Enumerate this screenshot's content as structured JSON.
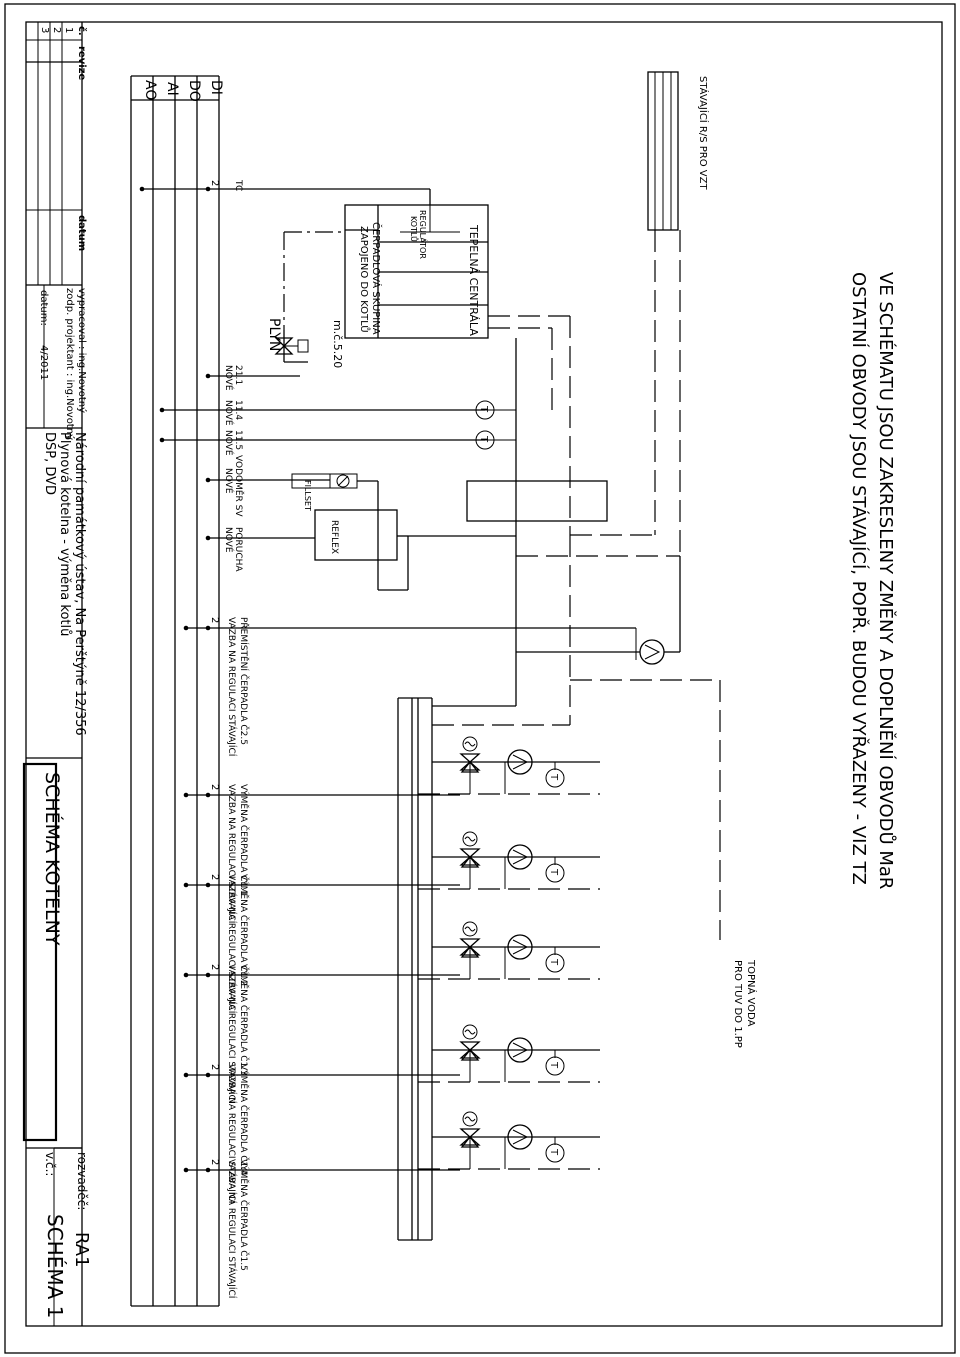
{
  "title_block": {
    "revision_table": {
      "headers": {
        "no": "č.",
        "revision": "revize",
        "date": "datum"
      },
      "rows": [
        "1",
        "2",
        "3"
      ]
    },
    "prepared_by": "vypracoval : ing.Novotný",
    "responsible_designer": "zodp. projektant : ing.Novotný",
    "date_label": "datum:",
    "date_value": "4/2011",
    "project_line1": "Národní památkový ústav, Na Perštýně 12/356",
    "project_line2": "Plynová kotelna - výměna kotlů",
    "project_line3": "DSP, DVD",
    "drawing_title": "SCHÉMA KOTELNY",
    "switchboard_label": "rozvaděč:",
    "switchboard_value": "RA1",
    "drawing_no_label": "v.č.:",
    "drawing_no_value": "SCHÉMA 1"
  },
  "signal_buses": [
    "DI",
    "DO",
    "AI",
    "AO"
  ],
  "notes": {
    "line1": "VE SCHÉMATU JSOU ZAKRESLENY ZMĚNY A DOPLNĚNÍ OBVODŮ MaR",
    "line2": "OSTATNÍ OBVODY JSOU STÁVAJÍCÍ, POPŘ. BUDOU VYŘAZENY - VIZ TZ"
  },
  "labels": {
    "existing_vzt": "STÁVAJÍCÍ R/S PRO VZT",
    "heating_water_1": "TOPNÁ VODA",
    "heating_water_2": "PRO TUV DO 1.PP",
    "heat_plant": "TEPELNÁ CENTRÁLA",
    "boiler_regulator_1": "REGULÁTOR",
    "boiler_regulator_2": "KOTLŮ",
    "pump_group_1": "ČERPADLOVÁ SKUPINA",
    "pump_group_2": "ZAPOJENO DO KOTLŮ",
    "gas": "PLYN",
    "mc": "m.č.5.20",
    "fillset": "FILLSET",
    "reflex": "REFLEX",
    "tc": "TC",
    "p21": "21.1",
    "p114": "11.4",
    "p115": "11.5",
    "new": "NOVÉ",
    "water_meter": "VODOMĚR SV",
    "fault": "PORUCHA",
    "pump25_1": "PŘEMÍSTĚNÍ ČERPADLA Č2.5",
    "regulation_link": "VAZBA NA REGULACI STÁVAJÍCÍ",
    "pump11": "VÝMĚNA ČERPADLA Č1.1",
    "pump12": "VÝMĚNA ČERPADLA Č1.2",
    "pump13": "VÝMĚNA ČERPADLA Č1.3",
    "pump14": "VÝMĚNA ČERPADLA Č1.4",
    "pump15": "VÝMĚNA ČERPADLA Č1.5",
    "two": "2",
    "t": "T"
  }
}
